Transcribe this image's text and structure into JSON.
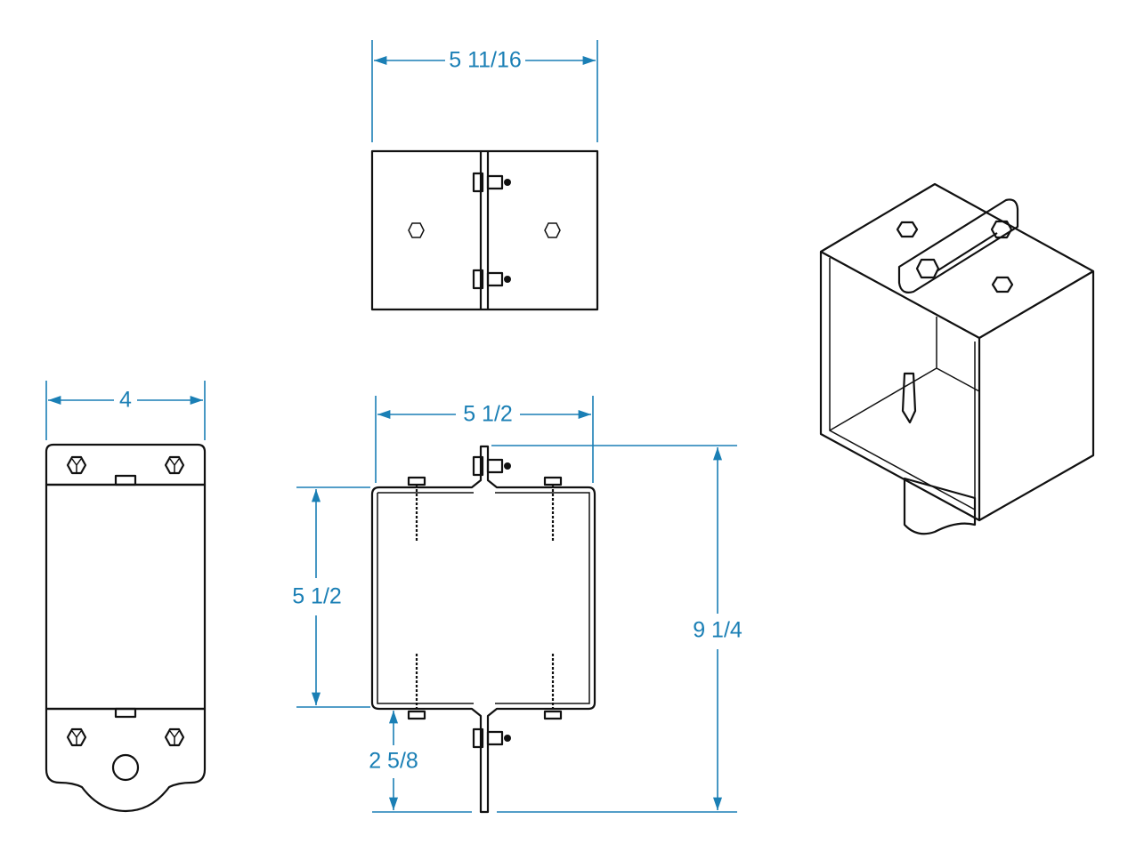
{
  "drawing": {
    "dimensions": {
      "top_width": "5 11/16",
      "side_width": "4",
      "plan_width": "5 1/2",
      "plan_height": "5 1/2",
      "overall_height": "9 1/4",
      "tab_length": "2 5/8"
    },
    "accent_color": "#1a7fb5"
  }
}
